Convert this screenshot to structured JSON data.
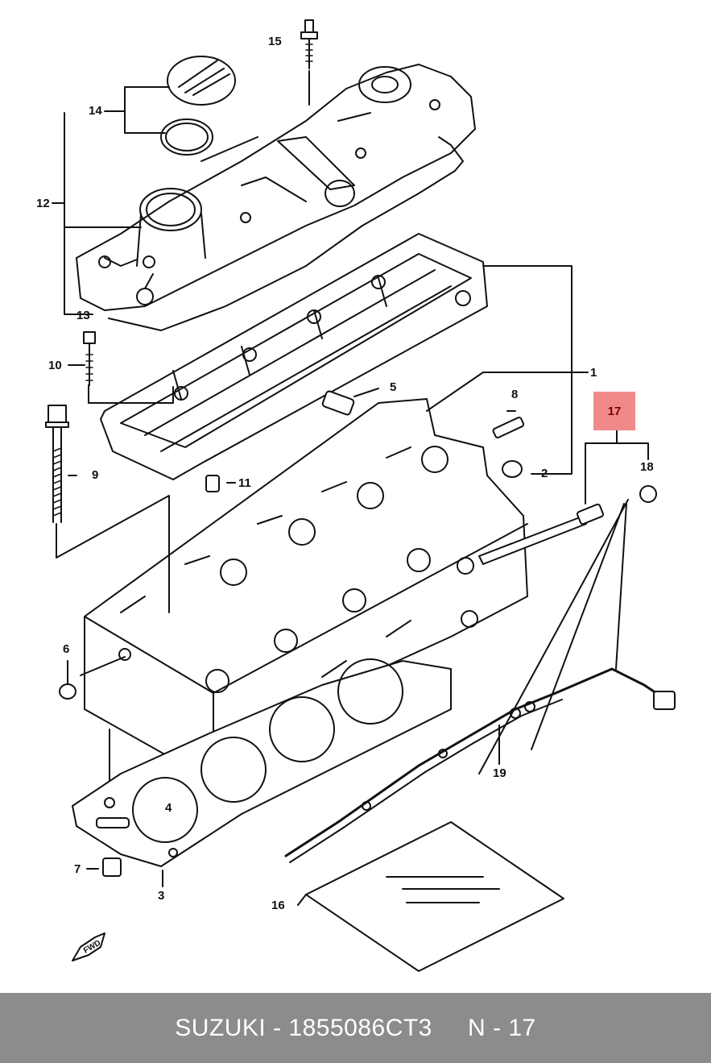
{
  "diagram": {
    "callouts": [
      "1",
      "2",
      "3",
      "4",
      "5",
      "6",
      "7",
      "8",
      "9",
      "10",
      "11",
      "12",
      "13",
      "14",
      "15",
      "16",
      "18",
      "19"
    ],
    "highlighted_callout": "17",
    "colors": {
      "highlight": "#f08a8a",
      "footer_bg": "#8c8c8c",
      "line": "#111111"
    }
  },
  "footer": {
    "brand": "SUZUKI",
    "part_number": "1855086CT3",
    "page_ref": "N - 17",
    "text": "SUZUKI - 1855086CT3     N - 17"
  },
  "fwd_label": "FWD"
}
